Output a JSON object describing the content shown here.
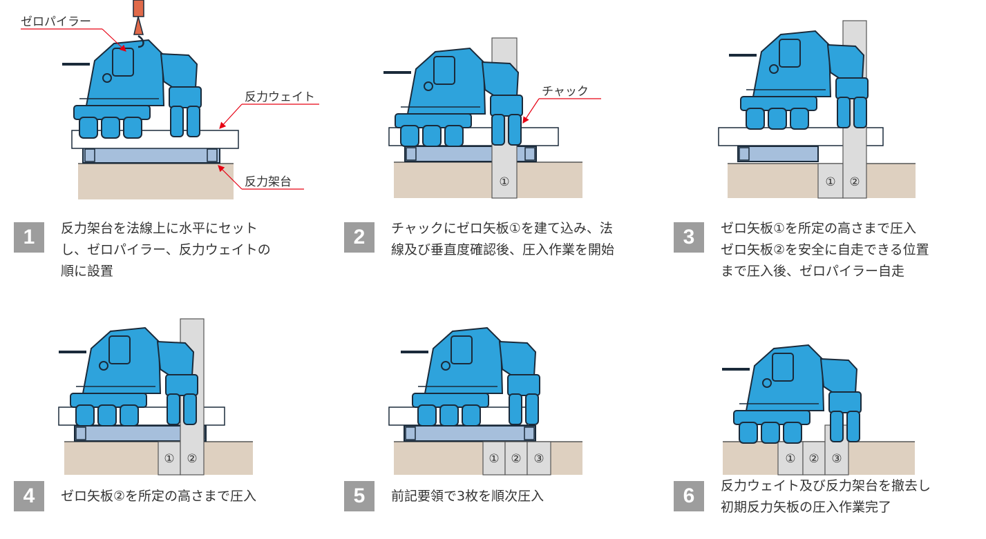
{
  "callouts": {
    "pailer": "ゼロパイラー",
    "weight": "反力ウェイト",
    "base": "反力架台",
    "chuck": "チャック"
  },
  "piles": {
    "p1": "①",
    "p2": "②",
    "p3": "③"
  },
  "steps": [
    {
      "number": "1",
      "lines": [
        "反力架台を法線上に水平にセット",
        "し、ゼロパイラー、反力ウェイトの",
        "順に設置"
      ]
    },
    {
      "number": "2",
      "lines": [
        "チャックにゼロ矢板①を建て込み、法",
        "線及び垂直度確認後、圧入作業を開始"
      ]
    },
    {
      "number": "3",
      "lines": [
        "ゼロ矢板①を所定の高さまで圧入",
        "ゼロ矢板②を安全に自走できる位置",
        "まで圧入後、ゼロパイラー自走"
      ]
    },
    {
      "number": "4",
      "lines": [
        "ゼロ矢板②を所定の高さまで圧入"
      ]
    },
    {
      "number": "5",
      "lines": [
        "前記要領で3枚を順次圧入"
      ]
    },
    {
      "number": "6",
      "lines": [
        "反力ウェイト及び反力架台を撤去し",
        "初期反力矢板の圧入作業完了"
      ]
    }
  ],
  "colors": {
    "machine": "#2ea3dc",
    "outline": "#1a2a3a",
    "ground": "#ded0c0",
    "base": "#a6bfdc",
    "pile": "#dcdcdc",
    "callout_line": "#e60012",
    "hook": "#e06a4a",
    "badge": "#9d9d9d"
  }
}
